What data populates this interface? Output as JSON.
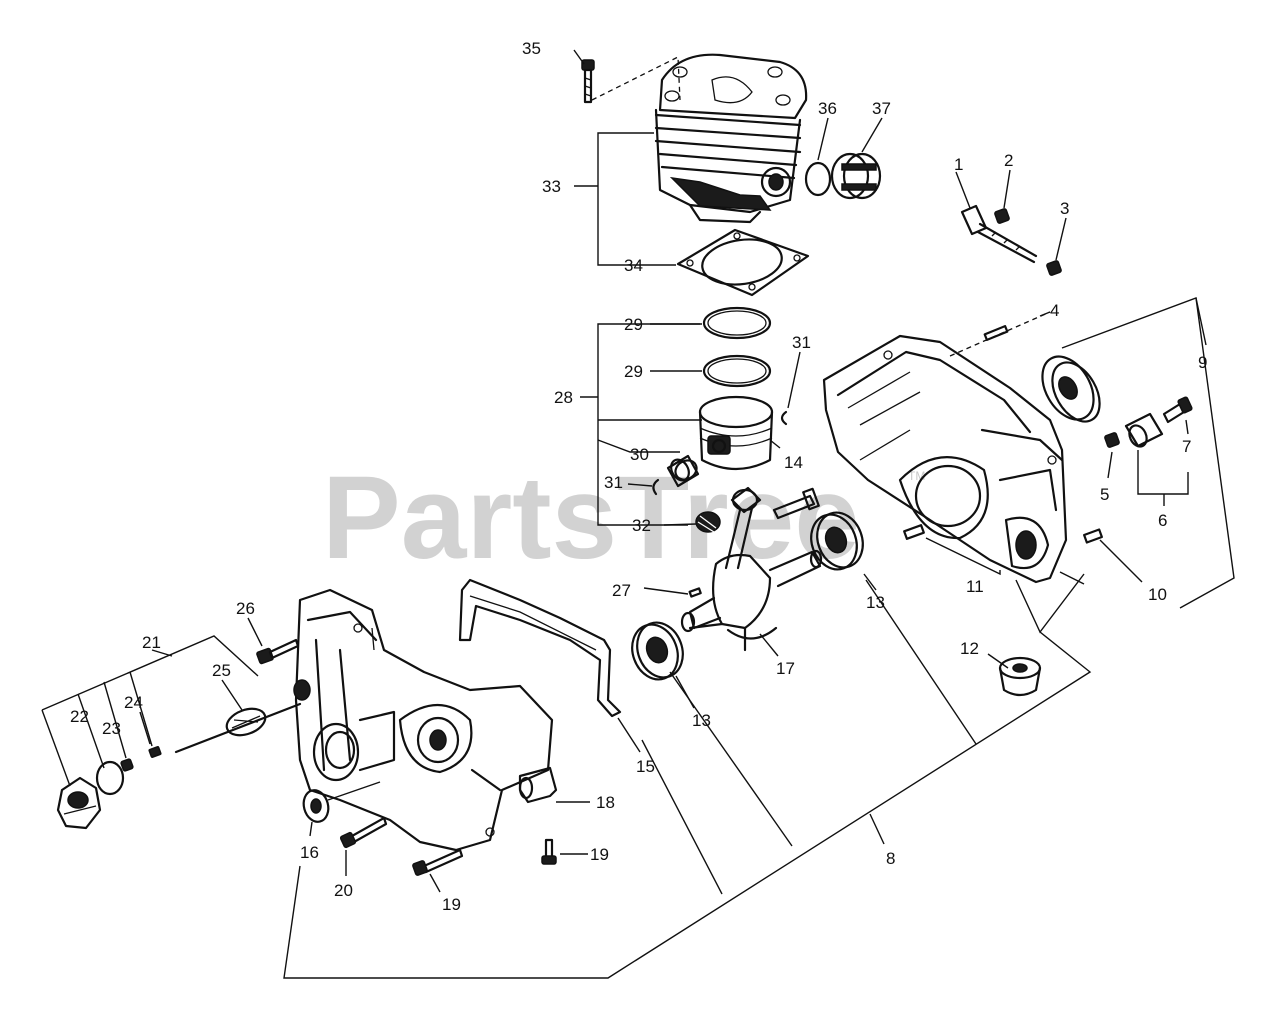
{
  "watermark": {
    "text": "PartsTree",
    "tm": "TM"
  },
  "callouts": {
    "c1": "1",
    "c2": "2",
    "c3": "3",
    "c4": "4",
    "c5": "5",
    "c6": "6",
    "c7": "7",
    "c8": "8",
    "c9": "9",
    "c10": "10",
    "c11": "11",
    "c12": "12",
    "c13a": "13",
    "c13b": "13",
    "c14": "14",
    "c15": "15",
    "c16": "16",
    "c17": "17",
    "c18": "18",
    "c19a": "19",
    "c19b": "19",
    "c20": "20",
    "c21": "21",
    "c22": "22",
    "c23": "23",
    "c24": "24",
    "c25": "25",
    "c26": "26",
    "c27": "27",
    "c28": "28",
    "c29a": "29",
    "c29b": "29",
    "c30": "30",
    "c31a": "31",
    "c31b": "31",
    "c32": "32",
    "c33": "33",
    "c34": "34",
    "c35": "35",
    "c36": "36",
    "c37": "37"
  }
}
